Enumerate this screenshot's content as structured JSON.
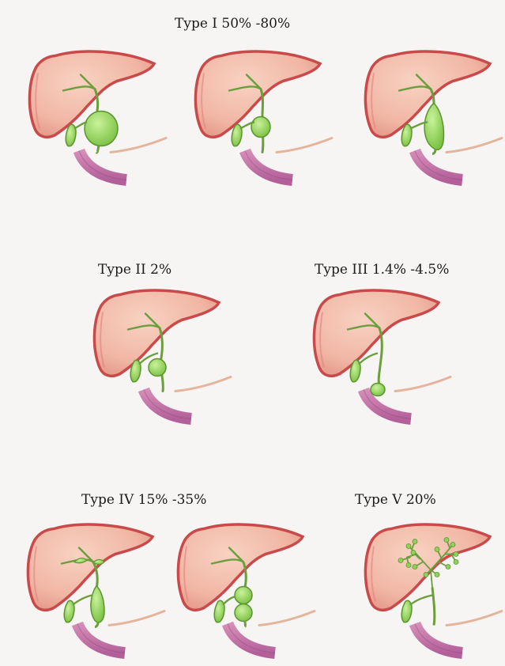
{
  "labels": {
    "type1": "Type I 50% -80%",
    "type2": "Type II 2%",
    "type3": "Type III 1.4% -4.5%",
    "type4": "Type IV 15% -35%",
    "type5": "Type V 20%"
  },
  "colors": {
    "background": "#f7f5f4",
    "liver": "#f1b6a4",
    "liver_edge": "#c94a4a",
    "gallbladder": "#8fd15a",
    "duct": "#6b9e3c",
    "duodenum": "#c878a6",
    "pancreatic_duct": "#e4b49c"
  }
}
